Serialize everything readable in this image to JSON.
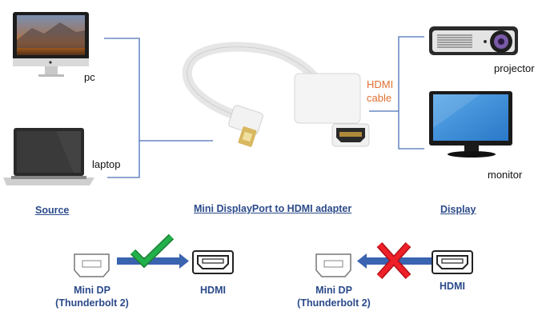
{
  "source": {
    "heading": "Source",
    "devices": [
      {
        "name": "pc",
        "icon": "imac-icon"
      },
      {
        "name": "laptop",
        "icon": "laptop-icon"
      }
    ]
  },
  "adapter": {
    "heading": "Mini DisplayPort to HDMI adapter",
    "icon": "mini-dp-to-hdmi-adapter-icon"
  },
  "display": {
    "heading": "Display",
    "cable_label_line1": "HDMI",
    "cable_label_line2": "cable",
    "devices": [
      {
        "name": "projector",
        "icon": "projector-icon"
      },
      {
        "name": "monitor",
        "icon": "monitor-icon"
      }
    ]
  },
  "compat": {
    "supported": {
      "from_line1": "Mini DP",
      "from_line2": "(Thunderbolt 2)",
      "to": "HDMI",
      "status": "check"
    },
    "unsupported": {
      "from_line1": "Mini DP",
      "from_line2": "(Thunderbolt 2)",
      "to": "HDMI",
      "status": "cross"
    }
  },
  "colors": {
    "line": "#4a72b8",
    "heading": "#2b4a8a",
    "cable_label": "#e07030",
    "check": "#1fa84a",
    "cross": "#e8202a",
    "arrow": "#3a63b0"
  }
}
